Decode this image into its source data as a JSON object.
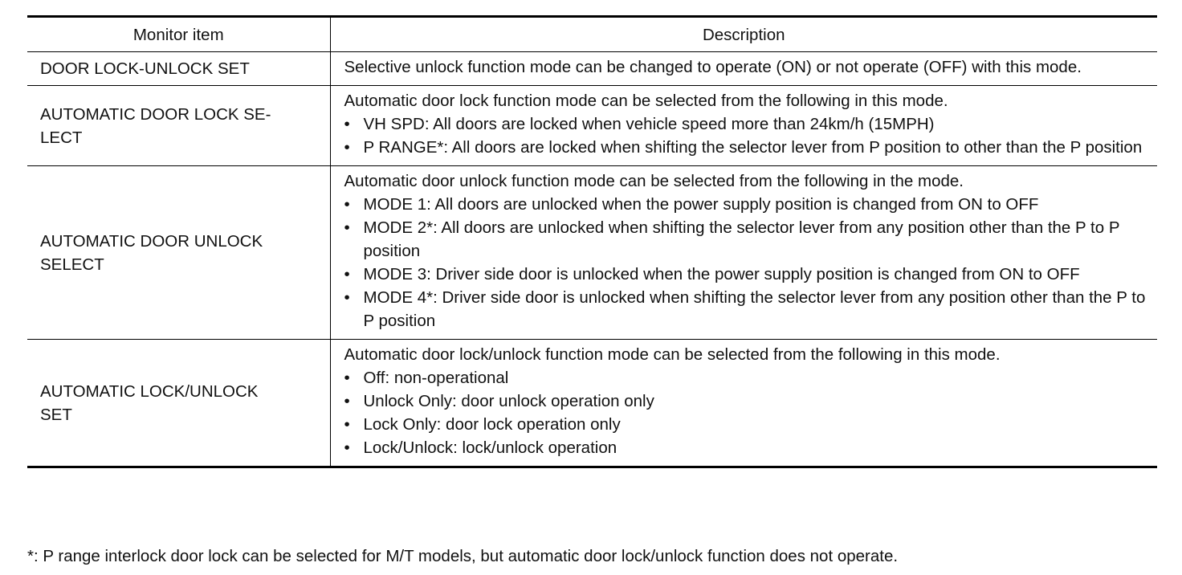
{
  "table": {
    "headers": {
      "item": "Monitor item",
      "description": "Description"
    },
    "rows": [
      {
        "item_lines": [
          "DOOR LOCK-UNLOCK SET"
        ],
        "intro": "Selective unlock function mode can be changed to operate (ON) or not operate (OFF) with this mode.",
        "bullets": []
      },
      {
        "item_lines": [
          "AUTOMATIC DOOR LOCK SE-",
          "LECT"
        ],
        "intro": "Automatic door lock function mode can be selected from the following in this mode.",
        "bullets": [
          "VH SPD: All doors are locked when vehicle speed more than 24km/h (15MPH)",
          "P RANGE*: All doors are locked when shifting the selector lever from P position to other than the P position"
        ]
      },
      {
        "item_lines": [
          "AUTOMATIC DOOR UNLOCK",
          "SELECT"
        ],
        "intro": "Automatic door unlock function mode can be selected from the following in the mode.",
        "bullets": [
          "MODE 1: All doors are unlocked when the power supply position is changed from ON to OFF",
          "MODE 2*: All doors are unlocked when shifting the selector lever from any position other than the P to P position",
          "MODE 3: Driver side door is unlocked when the power supply position is changed from ON to OFF",
          "MODE 4*: Driver side door is unlocked when shifting the selector lever from any position other than the P to P position"
        ]
      },
      {
        "item_lines": [
          "AUTOMATIC LOCK/UNLOCK",
          "SET"
        ],
        "intro": "Automatic door lock/unlock function mode can be selected from the following in this mode.",
        "bullets": [
          "Off: non-operational",
          "Unlock Only: door unlock operation only",
          "Lock Only: door lock operation only",
          "Lock/Unlock: lock/unlock operation"
        ]
      }
    ],
    "bullet_glyph": "•"
  },
  "footnote": "*: P range interlock door lock can be selected for M/T models, but automatic door lock/unlock function does not operate."
}
